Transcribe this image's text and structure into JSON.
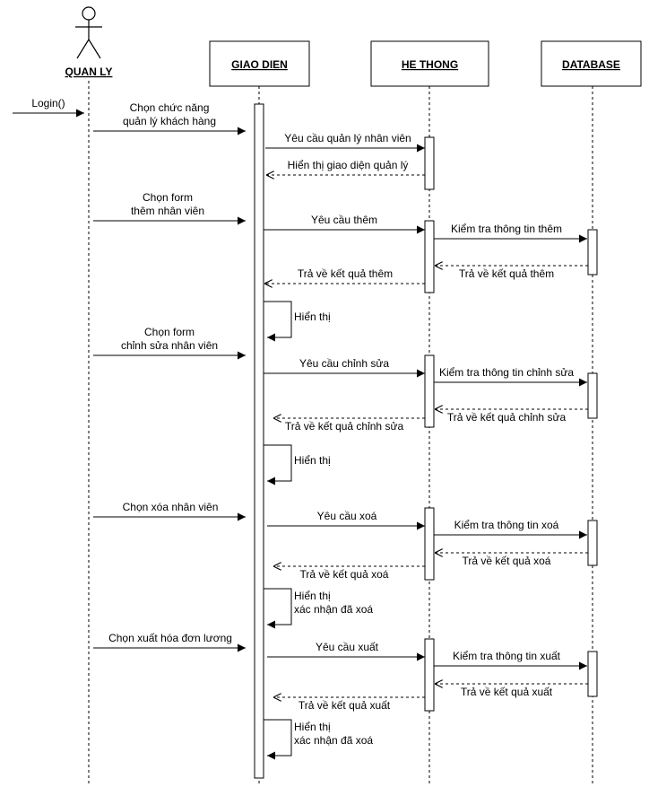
{
  "participants": [
    {
      "label": "QUAN LY"
    },
    {
      "label": "GIAO DIEN"
    },
    {
      "label": "HE THONG"
    },
    {
      "label": "DATABASE"
    }
  ],
  "messages": [
    {
      "lines": [
        "Login()"
      ]
    },
    {
      "lines": [
        "Chọn chức năng",
        "quản lý khách hàng"
      ]
    },
    {
      "lines": [
        "Yêu cầu quản lý nhân viên"
      ]
    },
    {
      "lines": [
        "Hiển thị giao diện quản lý"
      ]
    },
    {
      "lines": [
        "Chọn form",
        "thêm nhân viên"
      ]
    },
    {
      "lines": [
        "Yêu cầu thêm"
      ]
    },
    {
      "lines": [
        "Kiểm tra thông tin thêm"
      ]
    },
    {
      "lines": [
        "Trả về kết quả thêm"
      ]
    },
    {
      "lines": [
        "Trả về kết quả thêm"
      ]
    },
    {
      "lines": [
        "Hiển thị"
      ]
    },
    {
      "lines": [
        "Chọn form",
        "chỉnh sửa nhân viên"
      ]
    },
    {
      "lines": [
        "Yêu cầu chỉnh sửa"
      ]
    },
    {
      "lines": [
        "Kiểm tra thông tin chỉnh sửa"
      ]
    },
    {
      "lines": [
        "Trả về kết quả chỉnh sửa"
      ]
    },
    {
      "lines": [
        "Trả về kết quả chỉnh sửa"
      ]
    },
    {
      "lines": [
        "Hiển thị"
      ]
    },
    {
      "lines": [
        "Chọn xóa nhân viên"
      ]
    },
    {
      "lines": [
        "Yêu cầu xoá"
      ]
    },
    {
      "lines": [
        "Kiểm tra thông tin xoá"
      ]
    },
    {
      "lines": [
        "Trả về kết quả xoá"
      ]
    },
    {
      "lines": [
        "Trả về kết quả xoá"
      ]
    },
    {
      "lines": [
        "Hiển thị",
        "xác nhận đã xoá"
      ]
    },
    {
      "lines": [
        "Chọn xuất hóa đơn lương"
      ]
    },
    {
      "lines": [
        "Yêu cầu xuất"
      ]
    },
    {
      "lines": [
        "Kiểm tra thông tin xuất"
      ]
    },
    {
      "lines": [
        "Trả về kết quả xuất"
      ]
    },
    {
      "lines": [
        "Trả về kết quả xuất"
      ]
    },
    {
      "lines": [
        "Hiển thị",
        "xác nhận đã xoá"
      ]
    }
  ]
}
